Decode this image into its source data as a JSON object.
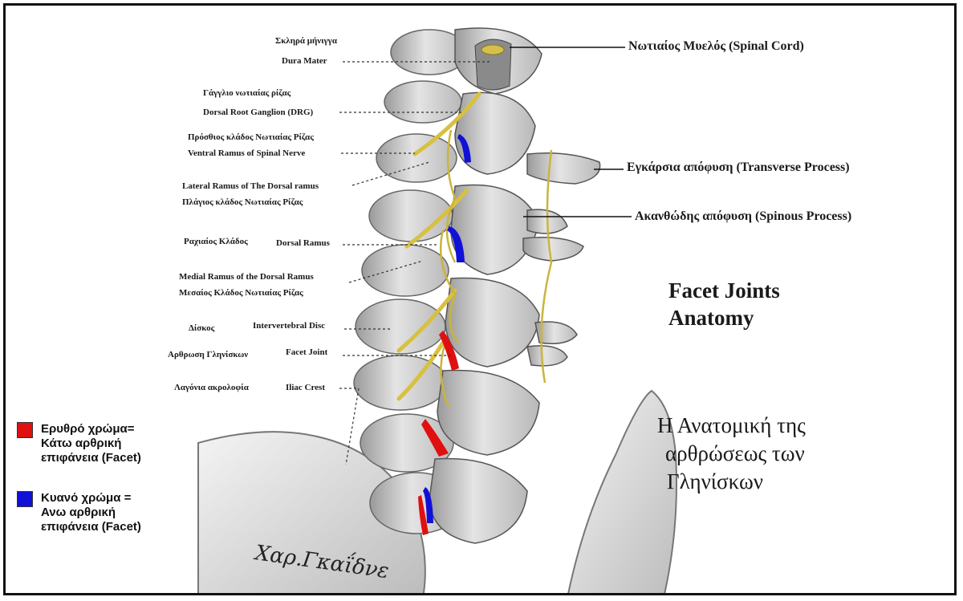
{
  "colors": {
    "red_facet": "#e01010",
    "blue_facet": "#1010d8",
    "nerve": "#d8c040",
    "bone": "#d2d2d2"
  },
  "left_labels": {
    "dura_gr": "Σκληρά μήνιγγα",
    "dura_en": "Dura Mater",
    "drg_gr": "Γάγγλιο νωτιαίας ρίζας",
    "drg_en": "Dorsal Root Ganglion (DRG)",
    "ventral_gr": "Πρόσθιος κλάδος Νωτιαίας Ρίζας",
    "ventral_en": "Ventral Ramus of  Spinal Nerve",
    "lateral_en": "Lateral Ramus of  The Dorsal ramus",
    "lateral_gr": "Πλάγιος κλάδος Νωτιαίας Ρίζας",
    "dorsal_gr": "Ραχιαίος Κλάδος",
    "dorsal_en": "Dorsal Ramus",
    "medial_en": "Medial Ramus of  the Dorsal Ramus",
    "medial_gr": "Μεσαίος Κλάδος Νωτιαίας Ρίζας",
    "disc_gr": "Δίσκος",
    "disc_en": "Intervertebral Disc",
    "facet_gr": "Αρθρωση Γληνίσκων",
    "facet_en": "Facet Joint",
    "iliac_gr": "Λαγόνια ακρολοφία",
    "iliac_en": "Iliac Crest"
  },
  "right_labels": {
    "spinal_cord": "Νωτιαίος Μυελός (Spinal Cord)",
    "transverse": "Εγκάρσια απόφυση (Transverse Process)",
    "spinous": "Ακανθώδης απόφυση (Spinous Process)"
  },
  "title_en": {
    "line1": "Facet Joints",
    "line2": "Anatomy"
  },
  "title_gr": {
    "line1": "Η Ανατομική της",
    "line2": "αρθρώσεως των",
    "line3": "Γληνίσκων"
  },
  "legend": {
    "red": {
      "line1": "Ερυθρό χρώμα=",
      "line2": "Κάτω αρθρική",
      "line3": "επιφάνεια (Facet)"
    },
    "blue": {
      "line1": "Κυανό χρώμα =",
      "line2": "Ανω αρθρική",
      "line3": "επιφάνεια (Facet)"
    }
  },
  "signature": "Χαρ.Γκαΐδνε"
}
